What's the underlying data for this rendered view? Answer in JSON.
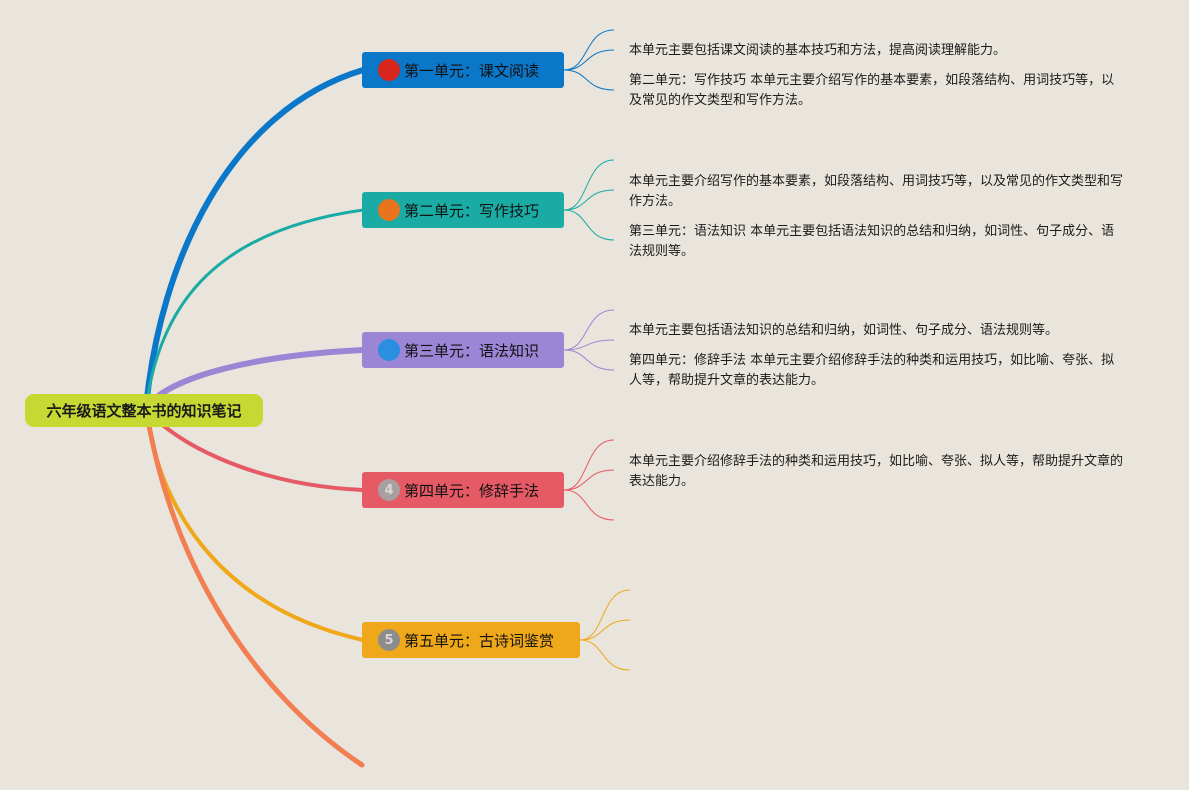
{
  "root": {
    "label": "六年级语文整本书的知识笔记",
    "color": "#c6d932"
  },
  "units": [
    {
      "number": "1",
      "label": "第一单元：课文阅读",
      "color": "#0b77c9",
      "badge_color": "#d9261c",
      "notes": [
        "本单元主要包括课文阅读的基本技巧和方法，提高阅读理解能力。",
        "第二单元：写作技巧 本单元主要介绍写作的基本要素，如段落结构、用词技巧等，以及常见的作文类型和写作方法。"
      ]
    },
    {
      "number": "2",
      "label": "第二单元：写作技巧",
      "color": "#19aba4",
      "badge_color": "#e8741d",
      "notes": [
        "本单元主要介绍写作的基本要素，如段落结构、用词技巧等，以及常见的作文类型和写作方法。",
        "第三单元：语法知识 本单元主要包括语法知识的总结和归纳，如词性、句子成分、语法规则等。"
      ]
    },
    {
      "number": "3",
      "label": "第三单元：语法知识",
      "color": "#9b86d6",
      "badge_color": "#2a8fe0",
      "notes": [
        "本单元主要包括语法知识的总结和归纳，如词性、句子成分、语法规则等。",
        "第四单元：修辞手法 本单元主要介绍修辞手法的种类和运用技巧，如比喻、夸张、拟人等，帮助提升文章的表达能力。"
      ]
    },
    {
      "number": "4",
      "label": "第四单元：修辞手法",
      "color": "#e55a64",
      "badge_color": "#a8a0a0",
      "notes": [
        "本单元主要介绍修辞手法的种类和运用技巧，如比喻、夸张、拟人等，帮助提升文章的表达能力。"
      ]
    },
    {
      "number": "5",
      "label": "第五单元：古诗词鉴赏",
      "color": "#f0a81b",
      "badge_color": "#8c8c8c",
      "notes": []
    }
  ],
  "extra_branch_color": "#f27f52"
}
